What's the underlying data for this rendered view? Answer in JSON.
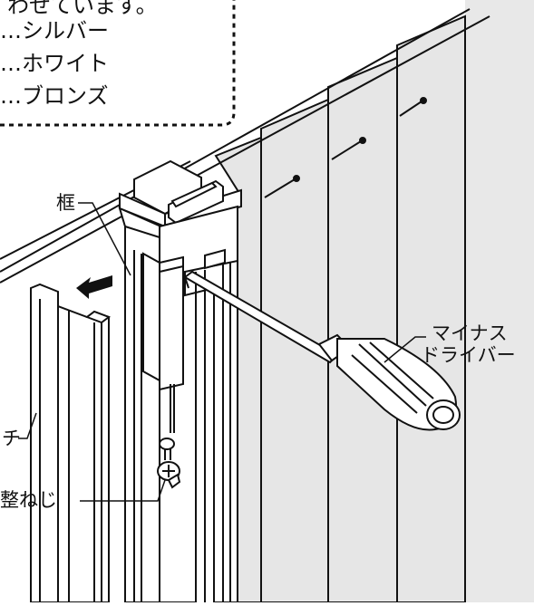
{
  "callout": {
    "line1": "わせています。",
    "line2": "…シルバー",
    "line3": "…ホワイト",
    "line4": "…ブロンズ"
  },
  "labels": {
    "frame": "框",
    "screwdriver_line1": "マイナス",
    "screwdriver_line2": "ドライバー",
    "latch_fragment": "チ",
    "screw_fragment": "整ねじ"
  },
  "colors": {
    "line": "#111111",
    "slat_fill": "#e6e6e6",
    "slat_shade": "#d4d4d4",
    "part_fill": "#ffffff",
    "arrow": "#111111"
  },
  "icons": {
    "direction_arrow": "arrow-left-icon",
    "screw": "phillips-screw-icon"
  }
}
